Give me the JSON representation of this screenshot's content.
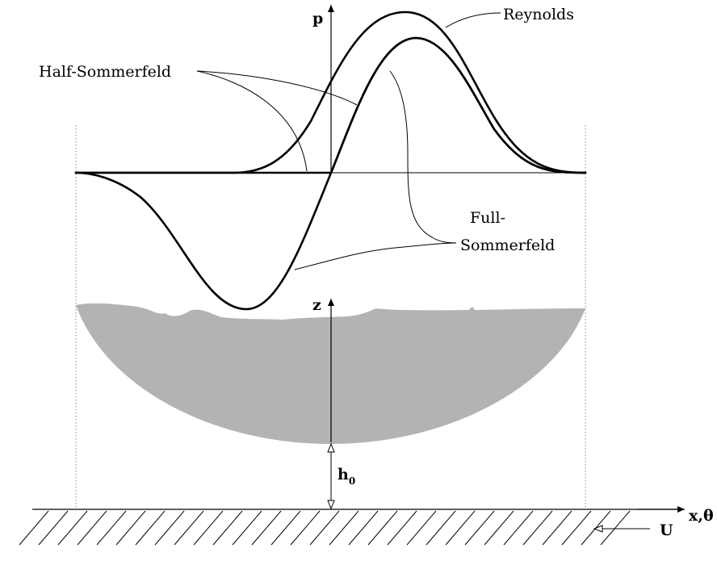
{
  "labels": {
    "p_axis": "p",
    "z_axis": "z",
    "x_axis": "x,θ",
    "h0_main": "h",
    "h0_sub": "0",
    "velocity": "U",
    "reynolds": "Reynolds",
    "half_sommerfeld": "Half-Sommerfeld",
    "full_sommerfeld_line1": "Full-",
    "full_sommerfeld_line2": "Sommerfeld"
  },
  "colors": {
    "shaft_fill": "#b3b3b3",
    "stroke": "#000000",
    "guide": "#888888"
  },
  "icons": {
    "velocity_arrow": "left-hollow-arrow"
  }
}
